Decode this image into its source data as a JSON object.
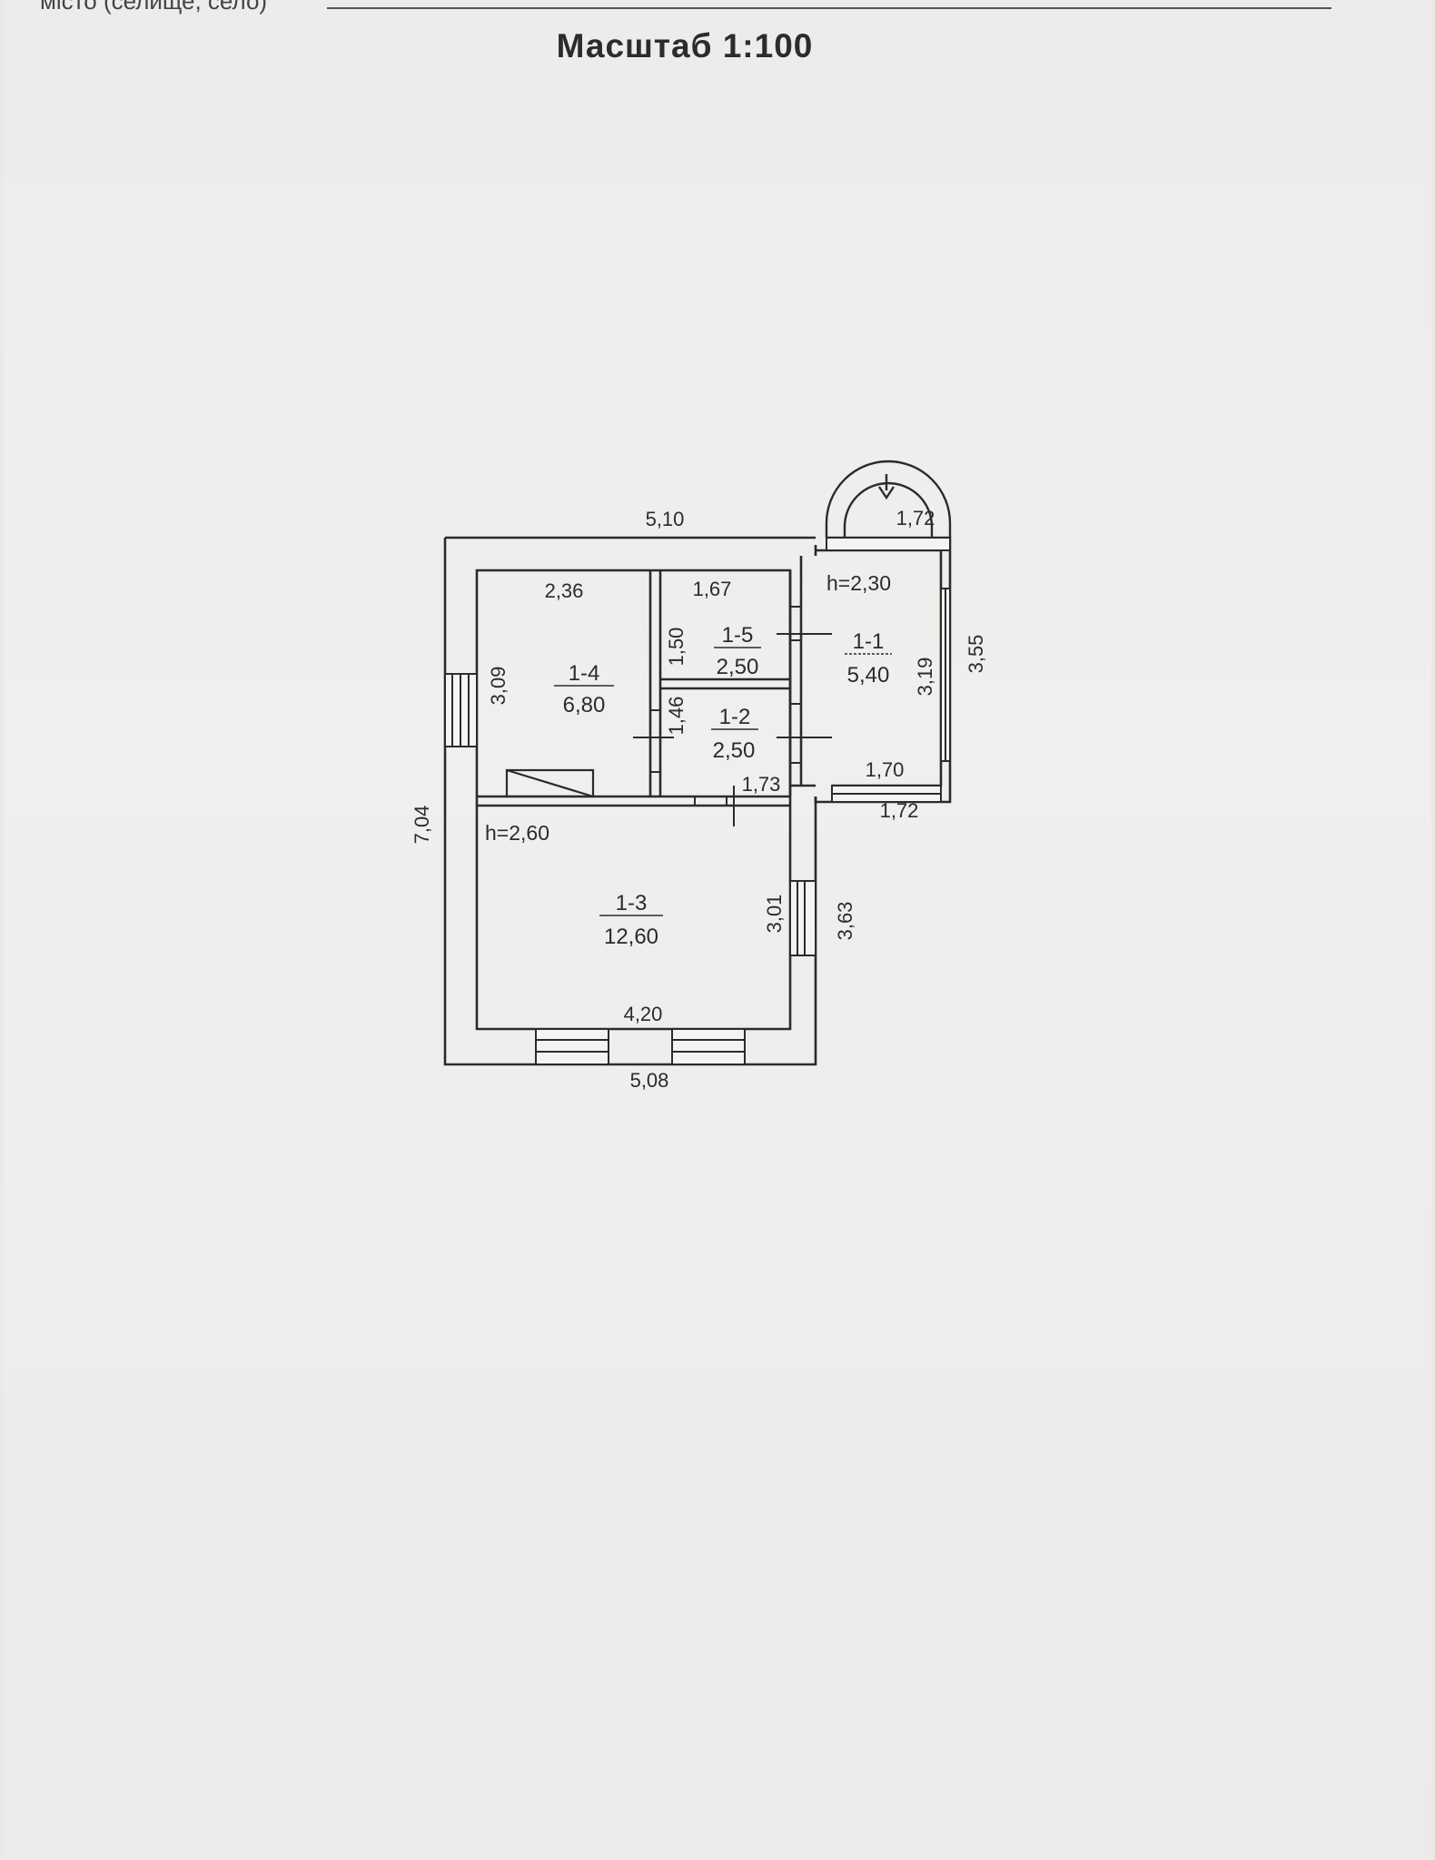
{
  "header": {
    "field_label": "місто (селище, село)",
    "title": "Масштаб  1:100"
  },
  "rooms": [
    {
      "id": "1-1",
      "area": "5,40"
    },
    {
      "id": "1-2",
      "area": "2,50"
    },
    {
      "id": "1-3",
      "area": "12,60"
    },
    {
      "id": "1-4",
      "area": "6,80"
    },
    {
      "id": "1-5",
      "area": "2,50"
    }
  ],
  "heights": {
    "main": "h=2,60",
    "porch": "h=2,30"
  },
  "dimensions": {
    "top_outer": "5,10",
    "bottom_outer": "5,08",
    "left_outer": "7,04",
    "bottom_inner": "4,20",
    "room_1_4_width": "2,36",
    "room_1_4_height": "3,09",
    "room_1_5_width": "1,67",
    "room_1_5_height": "1,50",
    "room_1_2_height": "1,46",
    "room_1_2_width": "1,73",
    "porch_top": "1,72",
    "porch_inner_height": "3,19",
    "porch_outer_height": "3,55",
    "porch_inner_width": "1,70",
    "porch_outer_width": "1,72",
    "room_1_3_inner_height": "3,01",
    "room_1_3_outer_height": "3,63"
  },
  "colors": {
    "ink": "#2b2b2b",
    "paper": "#ececea"
  }
}
